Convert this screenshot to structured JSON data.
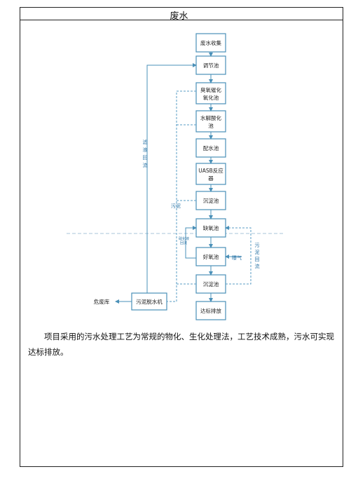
{
  "page_title": "废水",
  "flow": {
    "main_steps": [
      [
        "废水收集"
      ],
      [
        "调节池"
      ],
      [
        "臭氧催化",
        "氧化池"
      ],
      [
        "水解酸化",
        "池"
      ],
      [
        "配水池"
      ],
      [
        "UASB反应",
        "器"
      ],
      [
        "沉淀池"
      ],
      [
        "缺氧池"
      ],
      [
        "好氧池"
      ],
      [
        "沉淀池"
      ],
      [
        "达标排放"
      ]
    ],
    "sludge_dewatering": "污泥脱水机",
    "hazardous_waste_store": "危废库",
    "filtrate_return": [
      "滤",
      "液",
      "回",
      "流"
    ],
    "sludge_label": "污泥",
    "nitrate_return": [
      "硝化液",
      "回流"
    ],
    "aeration_label": "曝气",
    "sludge_return": [
      "污",
      "泥",
      "回",
      "流"
    ]
  },
  "paragraph": "项目采用的污水处理工艺为常规的物化、生化处理法，工艺技术成熟，污水可实现达标排放。"
}
